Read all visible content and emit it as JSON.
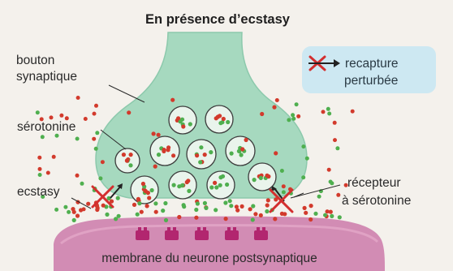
{
  "title": "En présence d’ecstasy",
  "labels": {
    "bouton_line1": "bouton",
    "bouton_line2": "synaptique",
    "serotonine": "sérotonine",
    "ecstasy": "ecstasy",
    "recepteur_line1": "récepteur",
    "recepteur_line2": "à sérotonine",
    "membrane": "membrane du neurone postsynaptique"
  },
  "legend": {
    "line1": "recapture",
    "line2": "perturbée",
    "icon": "red-cross-arrow-icon"
  },
  "colors": {
    "background": "#f4f1ec",
    "bouton": "#a6d9bf",
    "membrane": "#c76aa2",
    "receptor": "#b2266f",
    "serotonin_dot": "#4faf4f",
    "ecstasy_dot": "#d23a2c",
    "legend_box": "#cde8f2",
    "cross": "#d32f2f"
  }
}
